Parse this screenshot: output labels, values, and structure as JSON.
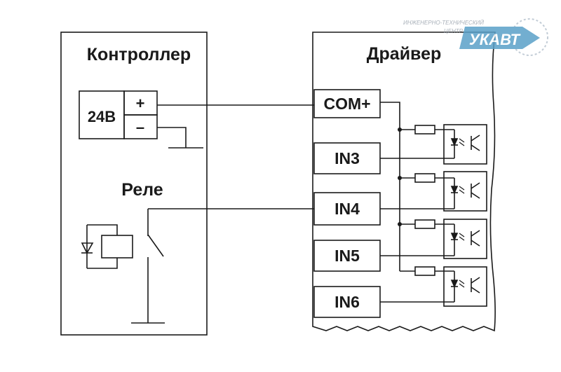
{
  "controller": {
    "title": "Контроллер",
    "source_label": "24В",
    "plus": "+",
    "minus": "–",
    "relay_label": "Реле"
  },
  "driver": {
    "title": "Драйвер",
    "inputs": [
      "COM+",
      "IN3",
      "IN4",
      "IN5",
      "IN6"
    ]
  },
  "logo": {
    "line1": "ИНЖЕНЕРНО-ТЕХНИЧЕСКИЙ",
    "line2": "ЦЕНТР",
    "brand": "УКАВТ",
    "accent": "#5aa0c8"
  }
}
